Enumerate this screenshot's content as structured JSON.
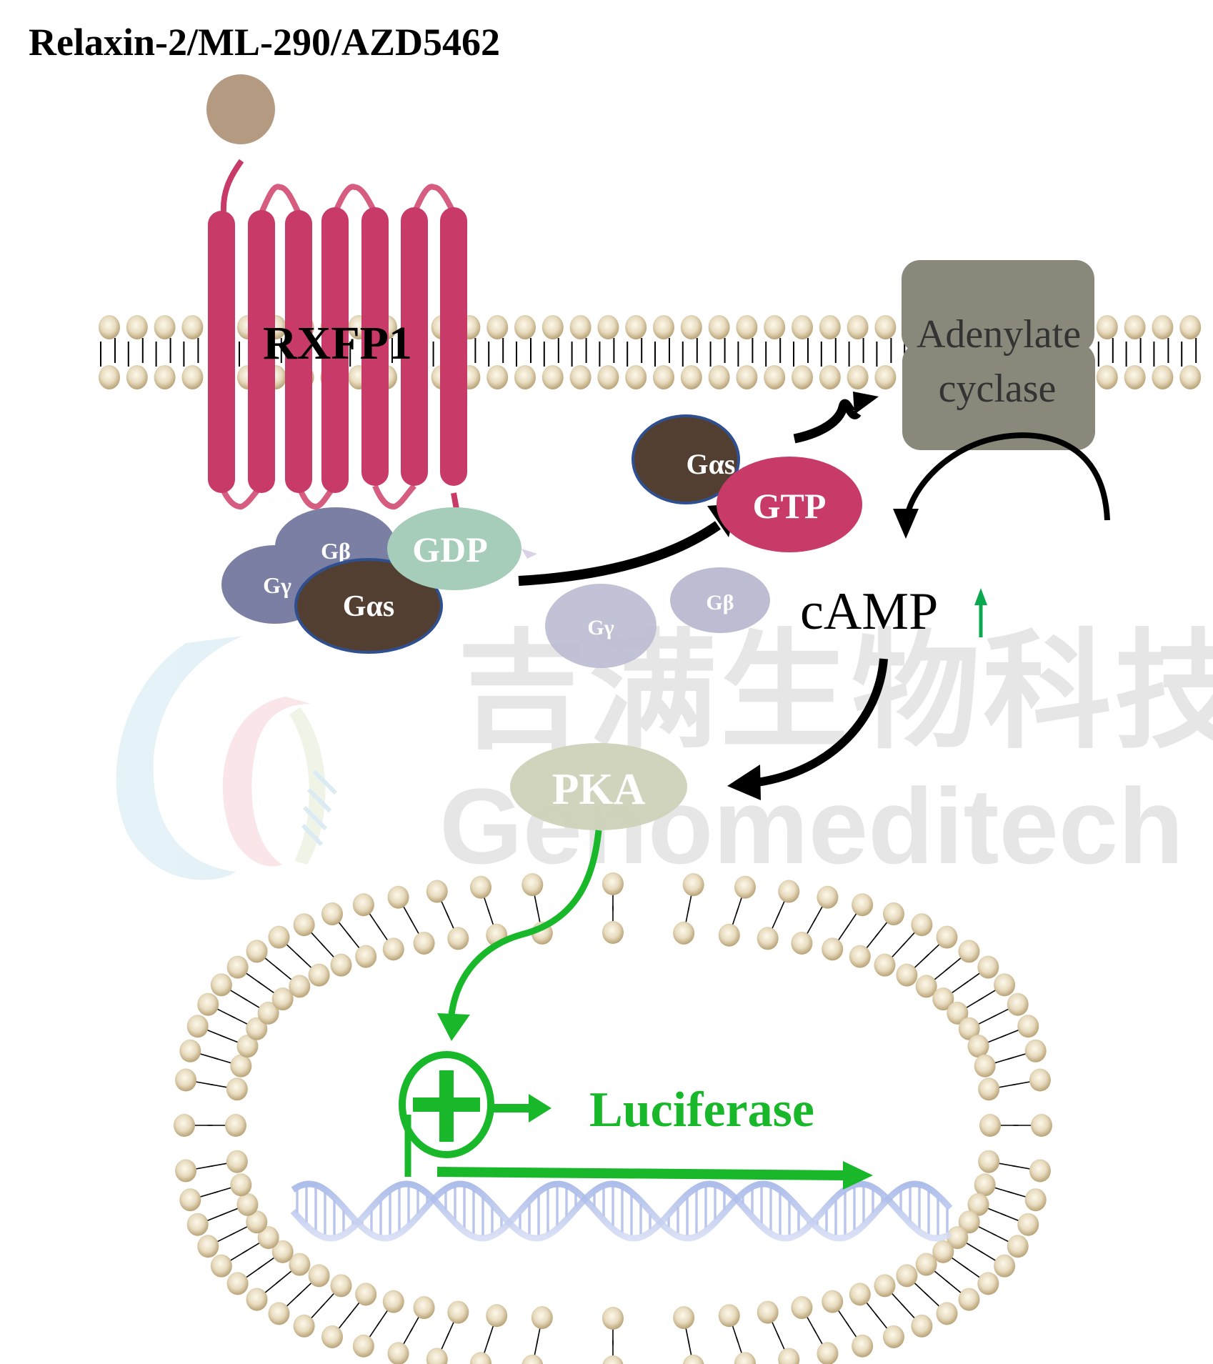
{
  "title": "Relaxin-2/ML-290/AZD5462",
  "receptor": {
    "label": "RXFP1",
    "color": "#c83a68",
    "loop_color": "#d65c80"
  },
  "ligand": {
    "color": "#b39a80"
  },
  "membrane": {
    "head_color": "#c9b48a",
    "head_highlight": "#fdf8ea",
    "tail_color": "#000000"
  },
  "g_protein_complex": {
    "g_gamma": {
      "label": "Gγ",
      "color": "#7c7fa4"
    },
    "g_beta": {
      "label": "Gβ",
      "color": "#7c7fa4"
    },
    "g_alpha_s": {
      "label": "Gαs",
      "color": "#533f31",
      "border": "#2e5090"
    },
    "gdp": {
      "label": "GDP",
      "color": "#a5cdb9"
    }
  },
  "active_g_alpha": {
    "g_alpha_s": {
      "label": "Gαs",
      "color": "#533f31",
      "border": "#2e5090"
    },
    "gtp": {
      "label": "GTP",
      "color": "#c83a68"
    }
  },
  "released_dimer": {
    "g_gamma": {
      "label": "Gγ",
      "color": "#bcbdd3"
    },
    "g_beta": {
      "label": "Gβ",
      "color": "#bcbdd3"
    }
  },
  "adenylate_cyclase": {
    "line1": "Adenylate",
    "line2": "cyclase",
    "color": "#8a887a",
    "text_color": "#333333"
  },
  "camp": {
    "label": "cAMP",
    "indicator": "increase-arrow",
    "indicator_color": "#0aa84f"
  },
  "pka": {
    "label": "PKA",
    "color": "#cdd1b8"
  },
  "reporter": {
    "label": "Luciferase",
    "color": "#18b82a"
  },
  "dna": {
    "color": "#9fb2e6"
  },
  "watermark": {
    "cn": "吉满生物科技",
    "en": "Genomeditech",
    "color": "#e6e6e6"
  }
}
